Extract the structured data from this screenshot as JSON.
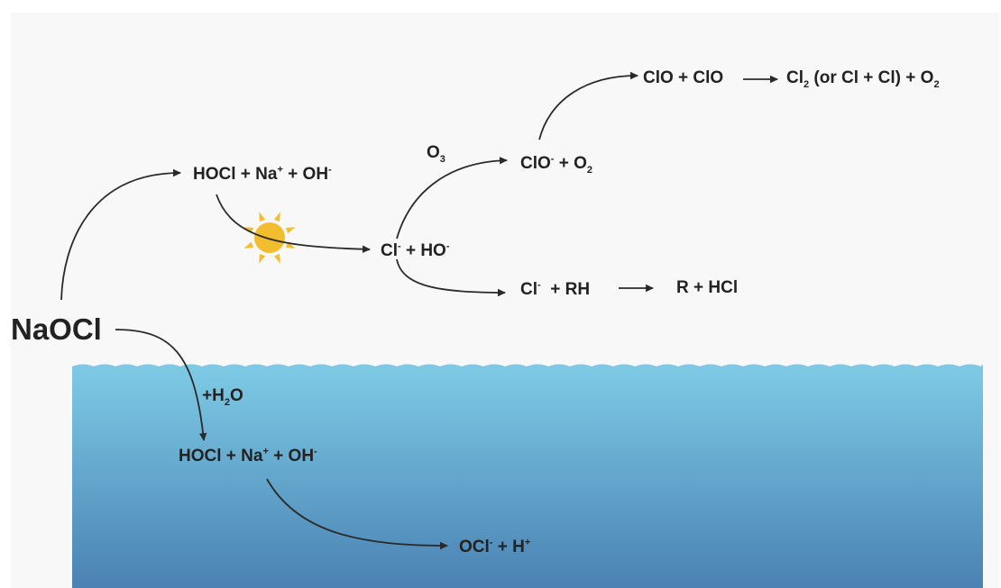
{
  "colors": {
    "sky": "#f8f8f9",
    "water_top": "#7ecbe6",
    "water_bottom": "#4a82b3",
    "text": "#222222",
    "arrow": "#2a2a2a",
    "sun": "#f2be2f"
  },
  "icons": {
    "sun": "sun-icon"
  },
  "labels": {
    "naocl": "NaOCl",
    "air_hocl": {
      "t1": "HOCl + Na",
      "s1": "+",
      "t2": " + OH",
      "s2": "-"
    },
    "cl_ho": {
      "t1": "Cl",
      "s1": "-",
      "t2": " + HO",
      "s2": "-"
    },
    "o3": {
      "t1": "O",
      "s1": "3"
    },
    "clo_o2": {
      "t1": "ClO",
      "s1": "-",
      "t2": " + O",
      "s2": "2"
    },
    "clo_clo": "ClO + ClO",
    "cl2": {
      "t1": "Cl",
      "s1": "2",
      "t2": " (or Cl + Cl) + O",
      "s2": "2"
    },
    "cl_rh": {
      "t1": "Cl",
      "s1": "-",
      "t2": "  + RH"
    },
    "r_hcl": "R + HCl",
    "h2o": {
      "t1": "+H",
      "s1": "2",
      "t2": "O"
    },
    "water_hocl": {
      "t1": "HOCl + Na",
      "s1": "+",
      "t2": " + OH",
      "s2": "-"
    },
    "ocl_h": {
      "t1": "OCl",
      "s1": "-",
      "t2": " + H",
      "s2": "+"
    }
  }
}
